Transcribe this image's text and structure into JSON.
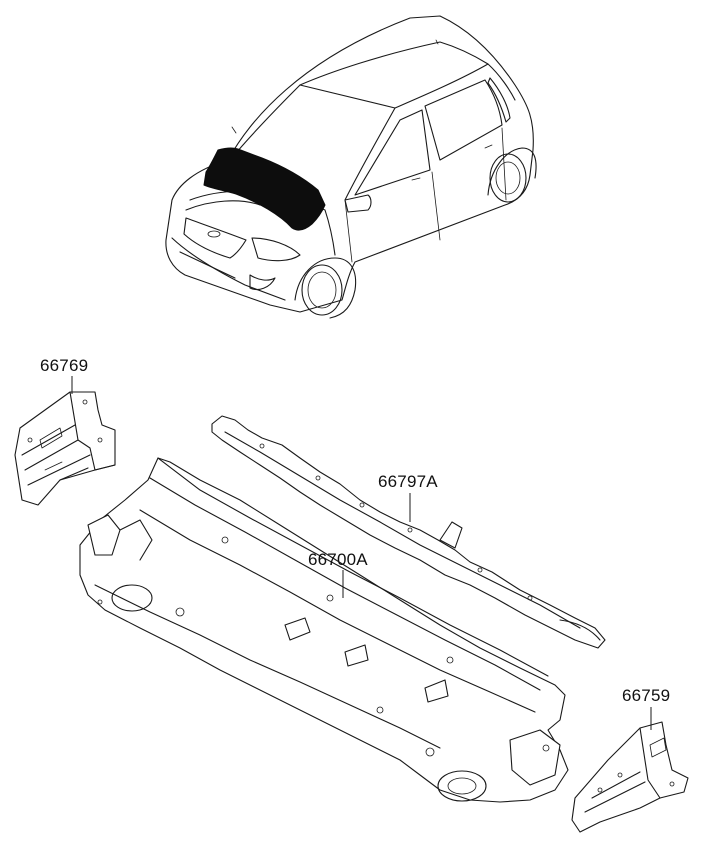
{
  "diagram": {
    "labels": {
      "part_66769": "66769",
      "part_66797A": "66797A",
      "part_66700A": "66700A",
      "part_66759": "66759"
    },
    "highlight_color": "#0d0d0d",
    "line_color": "#1a1a1a"
  }
}
